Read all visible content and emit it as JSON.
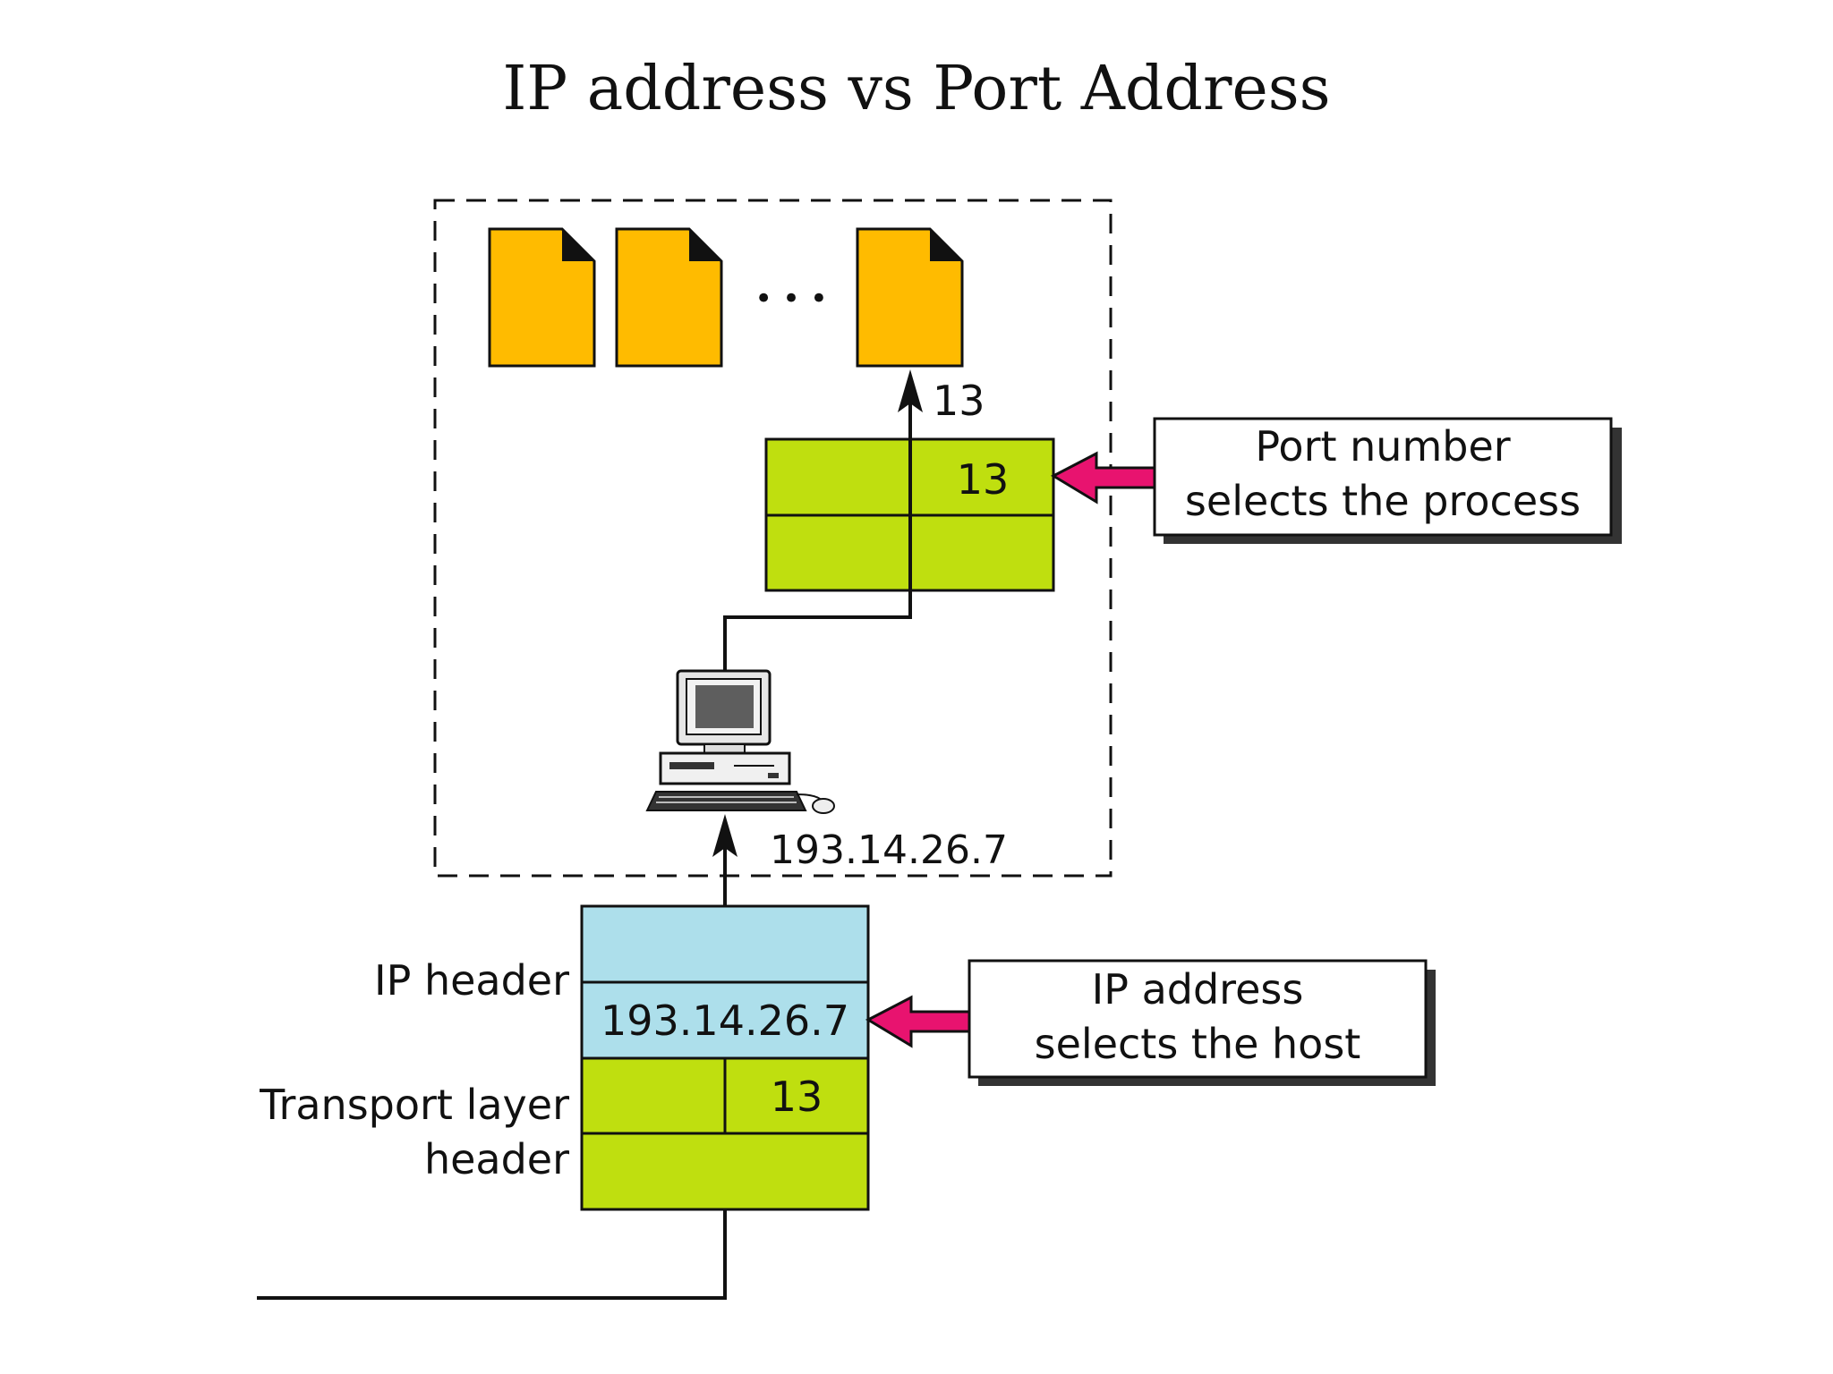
{
  "title": "IP address vs Port Address",
  "process_dots": "• • •",
  "port_label": "13",
  "transport_upper_port": "13",
  "host_ip_label": "193.14.26.7",
  "packet": {
    "ip_header_label": "IP header",
    "ip_value": "193.14.26.7",
    "transport_label_line1": "Transport layer",
    "transport_label_line2": "header",
    "port_value": "13"
  },
  "callouts": {
    "port": {
      "line1": "Port number",
      "line2": "selects the process"
    },
    "ip": {
      "line1": "IP address",
      "line2": "selects the host"
    }
  },
  "colors": {
    "process_fill": "#FFBB00",
    "transport_fill": "#BFDF0F",
    "ip_fill": "#ADDFEB",
    "arrow_fill": "#E8136F",
    "line": "#111111"
  }
}
